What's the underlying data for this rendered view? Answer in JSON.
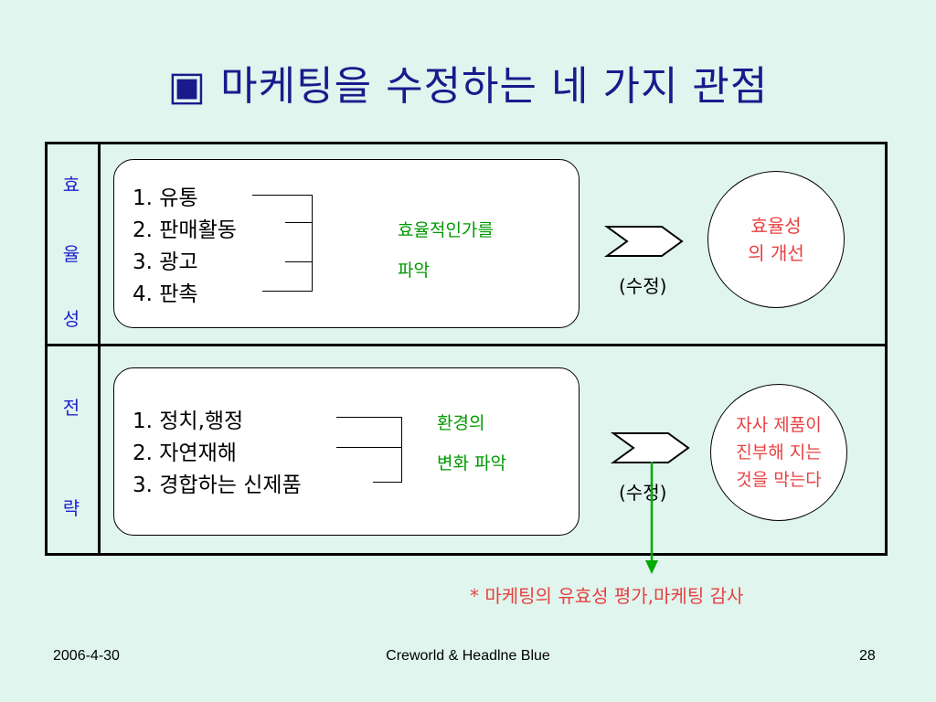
{
  "title": "▣ 마케팅을 수정하는 네 가지 관점",
  "rows": [
    {
      "side": [
        "효",
        "율",
        "성"
      ],
      "items": [
        "1. 유통",
        "2. 판매활동",
        "3. 광고",
        "4. 판촉"
      ],
      "green": [
        "효율적인가를",
        "파악"
      ],
      "arrow_label": "(수정)",
      "circle": [
        "효율성",
        "의 개선"
      ]
    },
    {
      "side": [
        "전",
        "략"
      ],
      "items": [
        "1. 정치,행정",
        "2. 자연재해",
        "3. 경합하는 신제품"
      ],
      "green": [
        "환경의",
        "변화 파악"
      ],
      "arrow_label": "(수정)",
      "circle": [
        "자사 제품이",
        "진부해 지는",
        "것을 막는다"
      ]
    }
  ],
  "note": "* 마케팅의 유효성 평가,마케팅 감사",
  "footer": {
    "date": "2006-4-30",
    "company": "Creworld & Headlne Blue",
    "page": "28"
  },
  "colors": {
    "background": "#dff5ee",
    "title": "#1a1a8c",
    "side_text": "#2222cc",
    "green_text": "#009900",
    "red_text": "#e84040",
    "arrow_down": "#00aa00"
  }
}
